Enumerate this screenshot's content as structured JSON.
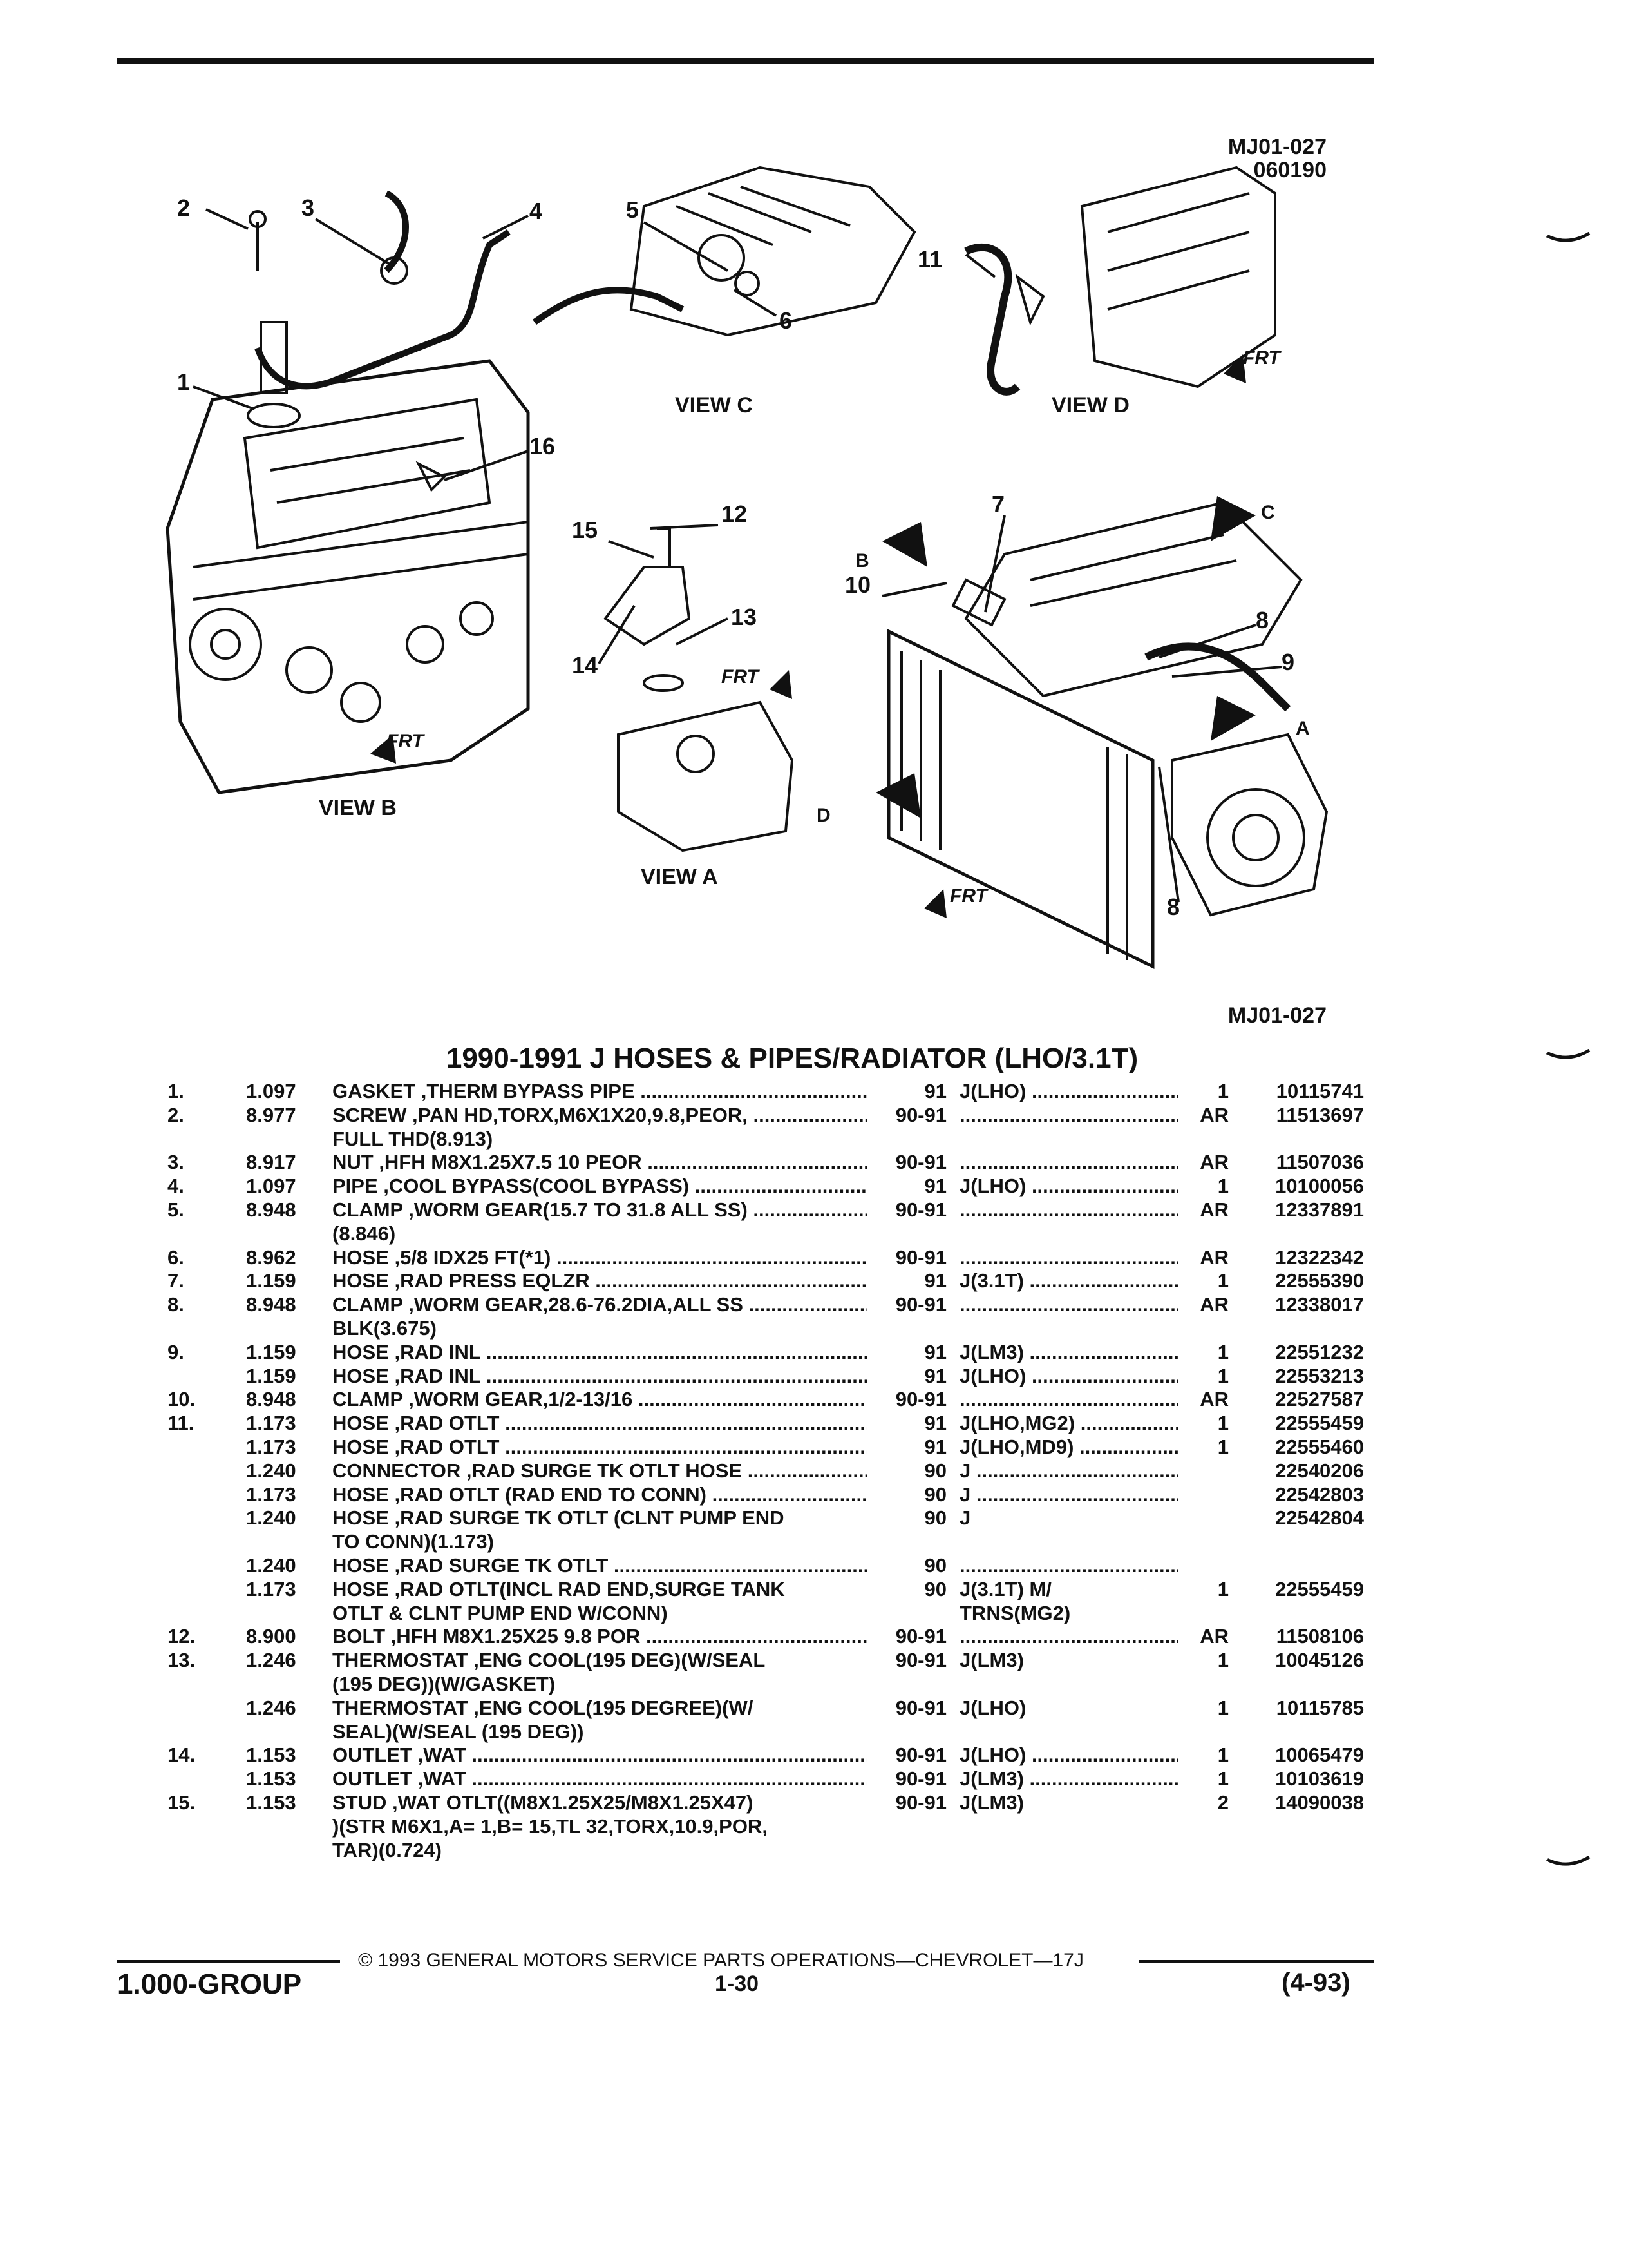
{
  "figure": {
    "ref_top": [
      "MJ01-027",
      "060190"
    ],
    "ref_bottom": "MJ01-027",
    "views": {
      "a": "VIEW A",
      "b": "VIEW B",
      "c": "VIEW C",
      "d": "VIEW D"
    },
    "view_letters": {
      "a": "A",
      "b": "B",
      "c": "C",
      "d": "D"
    },
    "callouts": [
      "1",
      "2",
      "3",
      "4",
      "5",
      "6",
      "7",
      "8",
      "9",
      "10",
      "11",
      "12",
      "13",
      "14",
      "15",
      "16"
    ],
    "frt": "FRT"
  },
  "title": "1990-1991 J HOSES & PIPES/RADIATOR (LHO/3.1T)",
  "rows": [
    {
      "no": "1.",
      "grp": "1.097",
      "desc": "GASKET ,THERM BYPASS PIPE",
      "yr": "91",
      "mod": "J(LHO)",
      "qty": "1",
      "part": "10115741"
    },
    {
      "no": "2.",
      "grp": "8.977",
      "desc": "SCREW ,PAN HD,TORX,M6X1X20,9.8,PEOR,",
      "yr": "90-91",
      "mod": "",
      "qty": "AR",
      "part": "11513697"
    },
    {
      "no": "",
      "grp": "",
      "desc": "FULL THD(8.913)",
      "yr": "",
      "mod": "",
      "qty": "",
      "part": "",
      "cont": true
    },
    {
      "no": "3.",
      "grp": "8.917",
      "desc": "NUT ,HFH M8X1.25X7.5 10 PEOR",
      "yr": "90-91",
      "mod": "",
      "qty": "AR",
      "part": "11507036"
    },
    {
      "no": "4.",
      "grp": "1.097",
      "desc": "PIPE ,COOL BYPASS(COOL BYPASS)",
      "yr": "91",
      "mod": "J(LHO)",
      "qty": "1",
      "part": "10100056"
    },
    {
      "no": "5.",
      "grp": "8.948",
      "desc": "CLAMP ,WORM GEAR(15.7 TO 31.8 ALL SS)",
      "yr": "90-91",
      "mod": "",
      "qty": "AR",
      "part": "12337891"
    },
    {
      "no": "",
      "grp": "",
      "desc": "(8.846)",
      "yr": "",
      "mod": "",
      "qty": "",
      "part": "",
      "cont": true
    },
    {
      "no": "6.",
      "grp": "8.962",
      "desc": "HOSE ,5/8 IDX25 FT(*1)",
      "yr": "90-91",
      "mod": "",
      "qty": "AR",
      "part": "12322342"
    },
    {
      "no": "7.",
      "grp": "1.159",
      "desc": "HOSE ,RAD PRESS EQLZR",
      "yr": "91",
      "mod": "J(3.1T)",
      "qty": "1",
      "part": "22555390"
    },
    {
      "no": "8.",
      "grp": "8.948",
      "desc": "CLAMP ,WORM GEAR,28.6-76.2DIA,ALL SS",
      "yr": "90-91",
      "mod": "",
      "qty": "AR",
      "part": "12338017"
    },
    {
      "no": "",
      "grp": "",
      "desc": "BLK(3.675)",
      "yr": "",
      "mod": "",
      "qty": "",
      "part": "",
      "cont": true
    },
    {
      "no": "9.",
      "grp": "1.159",
      "desc": "HOSE ,RAD INL",
      "yr": "91",
      "mod": "J(LM3)",
      "qty": "1",
      "part": "22551232"
    },
    {
      "no": "",
      "grp": "1.159",
      "desc": "HOSE ,RAD INL",
      "yr": "91",
      "mod": "J(LHO)",
      "qty": "1",
      "part": "22553213"
    },
    {
      "no": "10.",
      "grp": "8.948",
      "desc": "CLAMP ,WORM GEAR,1/2-13/16",
      "yr": "90-91",
      "mod": "",
      "qty": "AR",
      "part": "22527587"
    },
    {
      "no": "11.",
      "grp": "1.173",
      "desc": "HOSE ,RAD OTLT",
      "yr": "91",
      "mod": "J(LHO,MG2)",
      "qty": "1",
      "part": "22555459"
    },
    {
      "no": "",
      "grp": "1.173",
      "desc": "HOSE ,RAD OTLT",
      "yr": "91",
      "mod": "J(LHO,MD9)",
      "qty": "1",
      "part": "22555460"
    },
    {
      "no": "",
      "grp": "1.240",
      "desc": "CONNECTOR ,RAD SURGE TK OTLT HOSE",
      "yr": "90",
      "mod": "J",
      "qty": "",
      "part": "22540206"
    },
    {
      "no": "",
      "grp": "1.173",
      "desc": "HOSE ,RAD OTLT (RAD END TO CONN)",
      "yr": "90",
      "mod": "J",
      "qty": "",
      "part": "22542803"
    },
    {
      "no": "",
      "grp": "1.240",
      "desc": "HOSE ,RAD SURGE TK OTLT (CLNT PUMP END",
      "yr": "90",
      "mod": "J",
      "qty": "",
      "part": "22542804",
      "nodots": true
    },
    {
      "no": "",
      "grp": "",
      "desc": "TO CONN)(1.173)",
      "yr": "",
      "mod": "",
      "qty": "",
      "part": "",
      "cont": true
    },
    {
      "no": "",
      "grp": "1.240",
      "desc": "HOSE ,RAD SURGE TK OTLT",
      "yr": "90",
      "mod": "",
      "qty": "",
      "part": ""
    },
    {
      "no": "",
      "grp": "1.173",
      "desc": "HOSE ,RAD OTLT(INCL RAD END,SURGE TANK",
      "yr": "90",
      "mod": "J(3.1T) M/",
      "qty": "1",
      "part": "22555459",
      "nodots": true
    },
    {
      "no": "",
      "grp": "",
      "desc": "OTLT & CLNT PUMP END W/CONN)",
      "yr": "",
      "mod": "TRNS(MG2)",
      "qty": "",
      "part": "",
      "cont": true
    },
    {
      "no": "12.",
      "grp": "8.900",
      "desc": "BOLT ,HFH M8X1.25X25 9.8 POR",
      "yr": "90-91",
      "mod": "",
      "qty": "AR",
      "part": "11508106"
    },
    {
      "no": "13.",
      "grp": "1.246",
      "desc": "THERMOSTAT ,ENG COOL(195 DEG)(W/SEAL",
      "yr": "90-91",
      "mod": "J(LM3)",
      "qty": "1",
      "part": "10045126",
      "nodots": true
    },
    {
      "no": "",
      "grp": "",
      "desc": "(195 DEG))(W/GASKET)",
      "yr": "",
      "mod": "",
      "qty": "",
      "part": "",
      "cont": true
    },
    {
      "no": "",
      "grp": "1.246",
      "desc": "THERMOSTAT ,ENG COOL(195 DEGREE)(W/",
      "yr": "90-91",
      "mod": "J(LHO)",
      "qty": "1",
      "part": "10115785",
      "nodots": true
    },
    {
      "no": "",
      "grp": "",
      "desc": "SEAL)(W/SEAL (195 DEG))",
      "yr": "",
      "mod": "",
      "qty": "",
      "part": "",
      "cont": true
    },
    {
      "no": "14.",
      "grp": "1.153",
      "desc": "OUTLET ,WAT",
      "yr": "90-91",
      "mod": "J(LHO)",
      "qty": "1",
      "part": "10065479"
    },
    {
      "no": "",
      "grp": "1.153",
      "desc": "OUTLET ,WAT",
      "yr": "90-91",
      "mod": "J(LM3)",
      "qty": "1",
      "part": "10103619"
    },
    {
      "no": "15.",
      "grp": "1.153",
      "desc": "STUD ,WAT OTLT((M8X1.25X25/M8X1.25X47)",
      "yr": "90-91",
      "mod": "J(LM3)",
      "qty": "2",
      "part": "14090038",
      "nodots": true
    },
    {
      "no": "",
      "grp": "",
      "desc": ")(STR M6X1,A= 1,B= 15,TL 32,TORX,10.9,POR,",
      "yr": "",
      "mod": "",
      "qty": "",
      "part": "",
      "cont": true
    },
    {
      "no": "",
      "grp": "",
      "desc": "TAR)(0.724)",
      "yr": "",
      "mod": "",
      "qty": "",
      "part": "",
      "cont": true
    }
  ],
  "footer": {
    "copyright": "© 1993 GENERAL MOTORS SERVICE PARTS OPERATIONS—CHEVROLET—17J",
    "group": "1.000-GROUP",
    "page": "1-30",
    "date": "(4-93)"
  }
}
